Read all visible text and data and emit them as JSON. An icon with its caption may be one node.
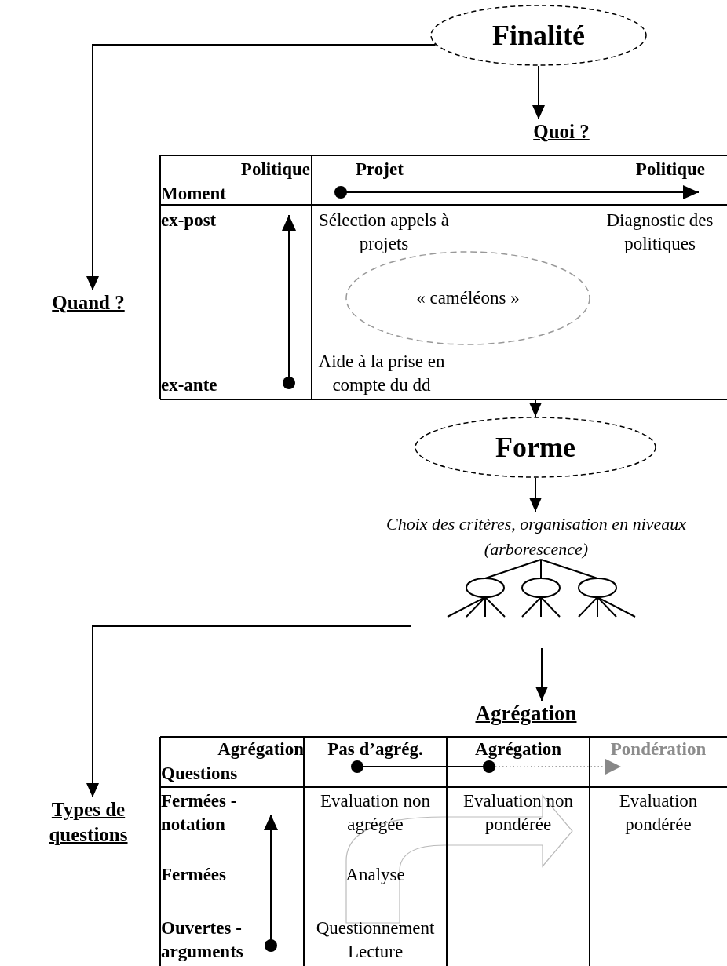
{
  "diagram": {
    "nodes": [
      {
        "text": [
          "Finalité"
        ]
      },
      {
        "text": [
          "Quoi ?"
        ]
      },
      {
        "text": [],
        "shape": "box"
      },
      {
        "text": [
          "Quand ?"
        ]
      },
      {
        "text": [
          "« caméléons »"
        ],
        "in": 2
      },
      {
        "text": [
          "Forme"
        ]
      },
      {
        "text": [
          "Choix des critères, organisation en niveaux (arborescence)"
        ]
      },
      {
        "text": [
          "Agrégation"
        ]
      },
      {
        "text": [],
        "shape": "box"
      },
      {
        "text": [
          "Types de questions"
        ]
      }
    ],
    "edges": [
      {
        "from": 0,
        "to": 1,
        "arrow": "to"
      },
      {
        "from": 0,
        "to": 3,
        "arrow": "to"
      },
      {
        "from": 2,
        "to": 5,
        "arrow": "to"
      },
      {
        "from": 5,
        "to": 6,
        "arrow": "to"
      },
      {
        "from": null,
        "to": 9,
        "arrow": "to"
      },
      {
        "from": null,
        "to": 7,
        "arrow": "to"
      }
    ],
    "labels": [
      "Politique",
      "Moment",
      "Projet",
      "Politique",
      "ex-post",
      "Sélection appels à projets",
      "Diagnostic des politiques",
      "Aide à la prise en compte du dd",
      "ex-ante",
      "Agrégation",
      "Questions",
      "Pas d’agrég.",
      "Agrégation",
      "Pondération",
      "Fermées - notation",
      "Evaluation non agrégée",
      "Evaluation non pondérée",
      "Evaluation pondérée",
      "Fermées",
      "Analyse",
      "Ouvertes - arguments",
      "Questionnement",
      "Lecture"
    ]
  }
}
